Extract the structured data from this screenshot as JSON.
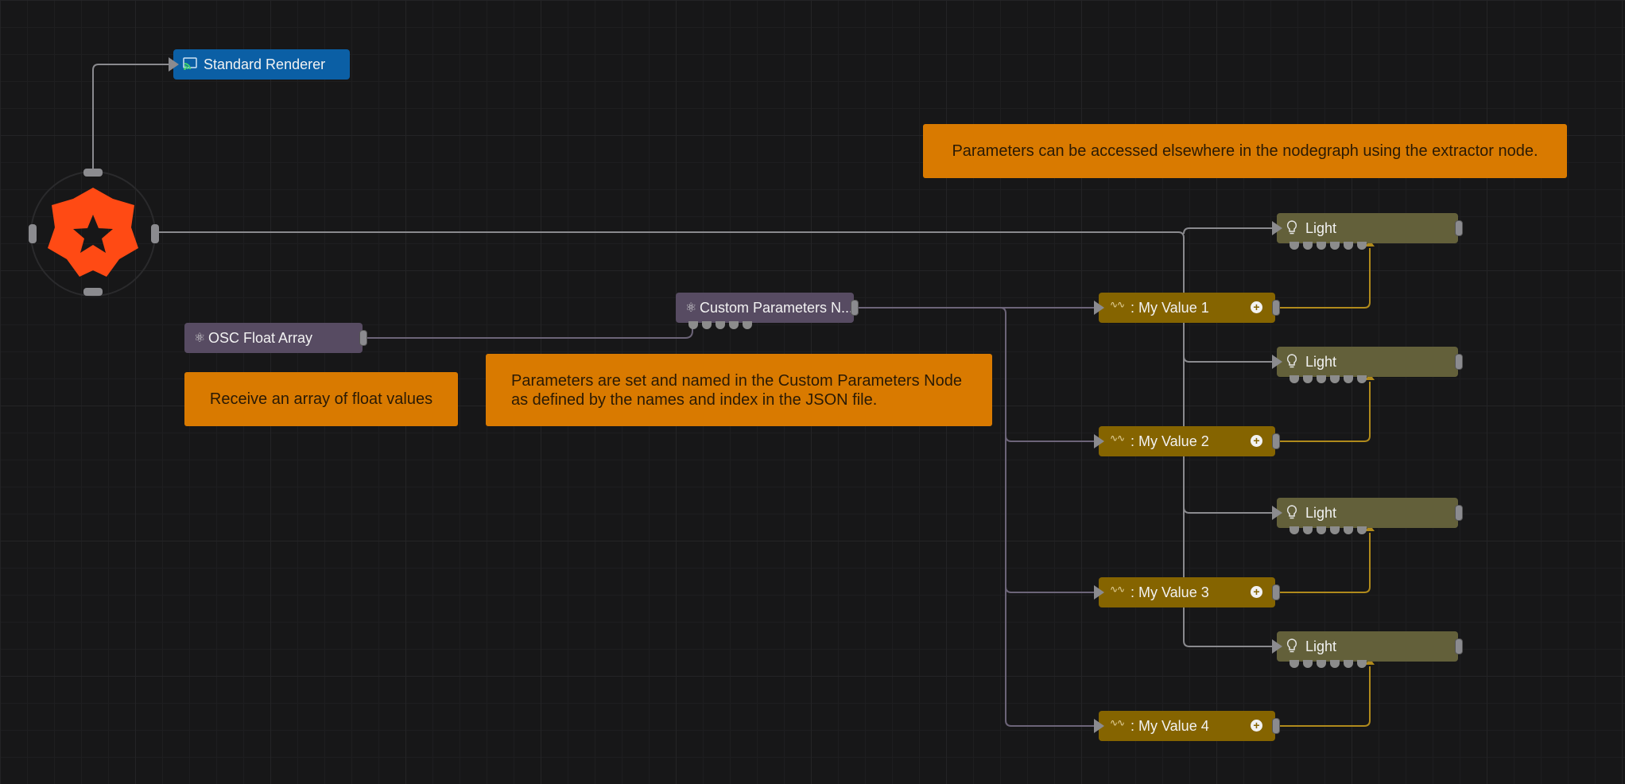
{
  "nodes": {
    "standard_renderer": "Standard Renderer",
    "osc_float_array": "OSC Float Array",
    "custom_parameters": "Custom Parameters N...",
    "values": [
      ": My Value 1",
      ": My Value 2",
      ": My Value 3",
      ": My Value 4"
    ],
    "lights": [
      "Light",
      "Light",
      "Light",
      "Light"
    ]
  },
  "comments": {
    "receive": "Receive an array of float values",
    "parameters_line1": "Parameters are set and named in the Custom Parameters Node",
    "parameters_line2": "as defined by the names and index in the JSON file.",
    "extractor": "Parameters can be accessed elsewhere in the nodegraph using the extractor node."
  },
  "icons": {
    "root": "root-gear-icon",
    "renderer": "renderer-icon",
    "osc": "atom-icon",
    "custom": "atom-icon",
    "value": "waveform-icon",
    "light": "lightbulb-icon",
    "add": "plus-circle-icon"
  },
  "colors": {
    "background": "#171718",
    "renderer": "#0b5fa5",
    "osc_node": "#574b62",
    "value_node": "#856400",
    "light_node": "#63603a",
    "comment": "#d97a00",
    "root_logo": "#ff4a14",
    "wire": "#8a8a8e",
    "wire_yellow": "#b08a1c"
  }
}
